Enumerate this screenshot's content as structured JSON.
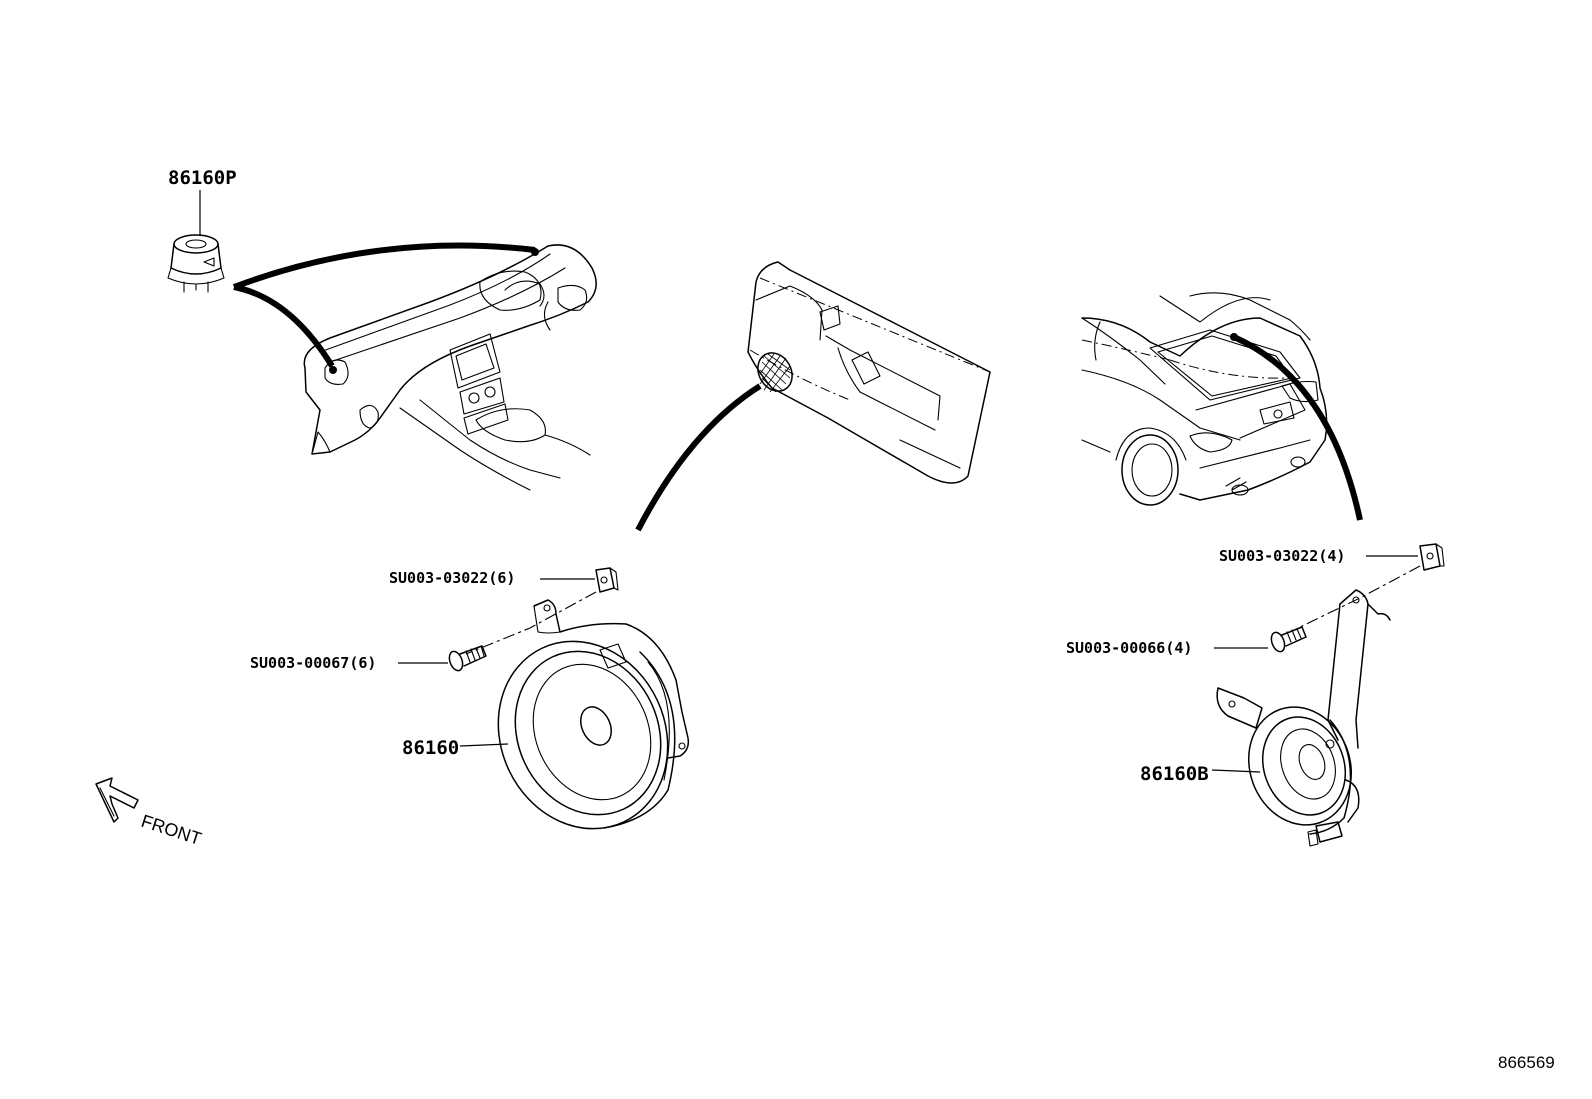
{
  "parts": {
    "tweeter": "86160P",
    "door_speaker": "86160",
    "rear_speaker": "86160B",
    "door_nut": "SU003-03022(6)",
    "door_screw": "SU003-00067(6)",
    "rear_nut": "SU003-03022(4)",
    "rear_screw": "SU003-00066(4)"
  },
  "direction_label": "FRONT",
  "reference_number": "866569"
}
